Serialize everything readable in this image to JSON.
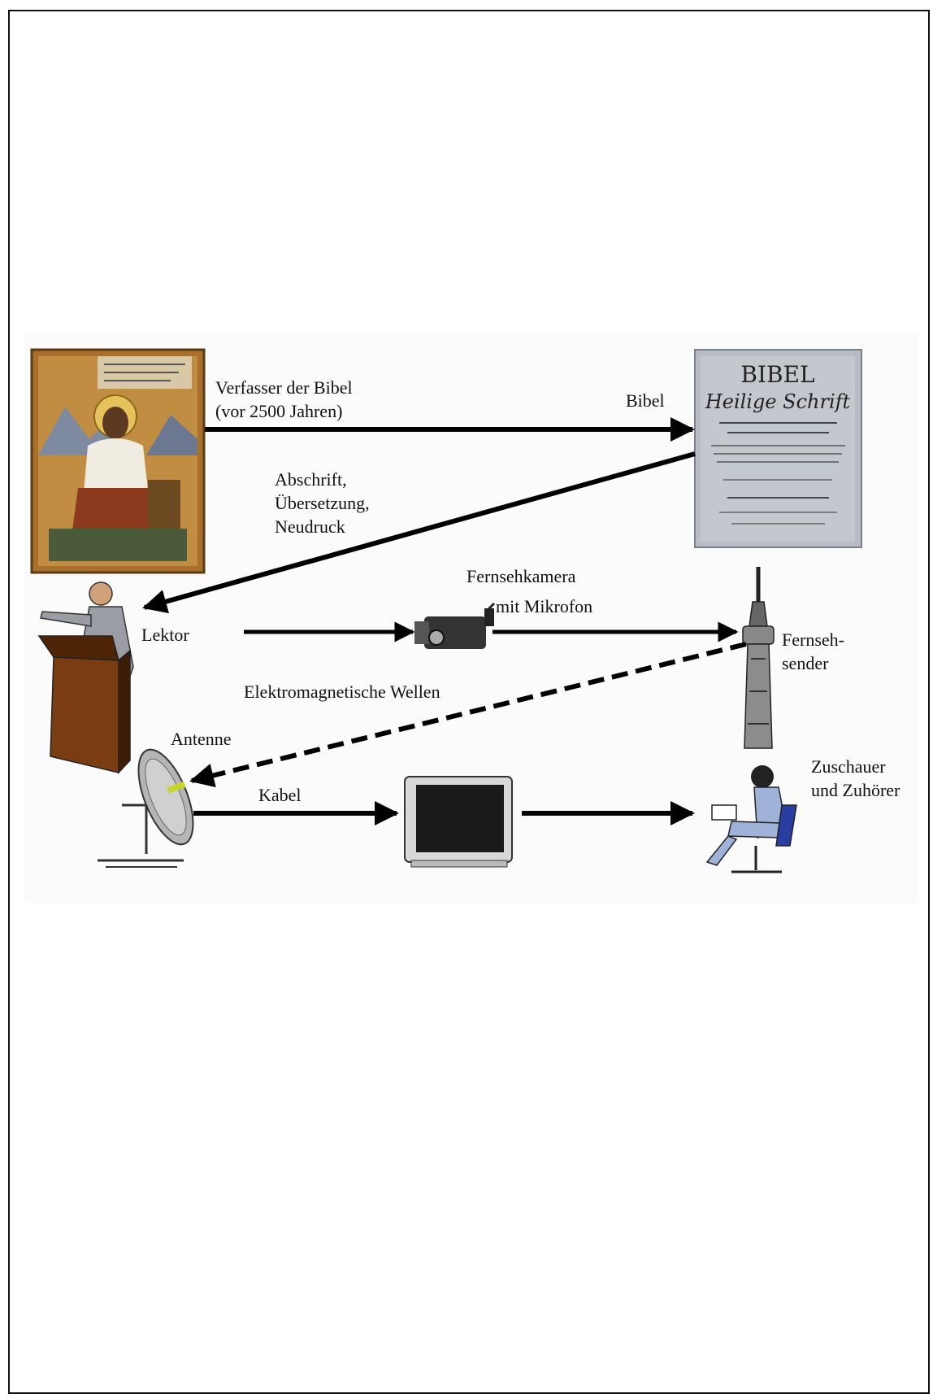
{
  "labels": {
    "author": "Verfasser der Bibel\n(vor 2500 Jahren)",
    "bible": "Bibel",
    "copy": "Abschrift,\nÜbersetzung,\nNeudruck",
    "reader": "Lektor",
    "camera": "Fernsehkamera",
    "microphone": "mit Mikrofon",
    "transmitter": "Fernseh-\nsender",
    "waves": "Elektromagnetische Wellen",
    "antenna": "Antenne",
    "cable": "Kabel",
    "audience": "Zuschauer\nund Zuhörer"
  },
  "bible_cover": {
    "title1": "BIBEL",
    "title2": "Heilige Schrift"
  },
  "colors": {
    "arrow": "#000000",
    "painting_bg": "#a8702c",
    "book_cover": "#b7bcc4",
    "lectern": "#7a3d12",
    "viewer": "#9fb3d9"
  }
}
